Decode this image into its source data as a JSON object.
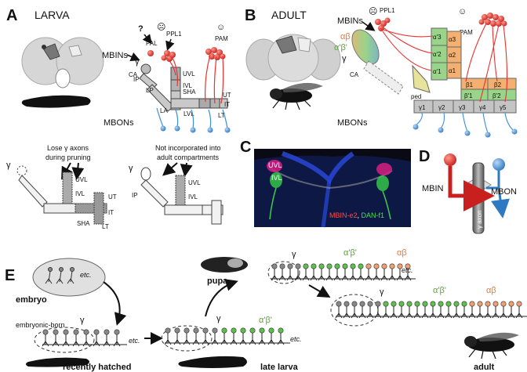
{
  "panelA": {
    "letter": "A",
    "title": "LARVA",
    "mbins": "MBINs",
    "pal": "PAL",
    "question": "?",
    "ppl1": "PPL1",
    "pam": "PAM",
    "gamma": "γ",
    "ca": "CA",
    "ip": "IP",
    "lp": "LP",
    "la": "LA",
    "uvl": "UVL",
    "ivl": "IVL",
    "sha": "SHA",
    "lvl": "LVL",
    "ut": "UT",
    "it": "IT",
    "lt": "LT",
    "mbons": "MBONs",
    "pruning_text1": "Lose γ axons",
    "pruning_text2": "during pruning",
    "adult_text1": "Not incorporated into",
    "adult_text2": "adult compartments",
    "sub_uvl": "UVL",
    "sub_ivl": "IVL",
    "sub_sha": "SHA",
    "sub_ut": "UT",
    "sub_it": "IT",
    "sub_lt": "LT",
    "sub_gamma": "γ",
    "sub2_gamma": "γ",
    "sub2_uvl": "UVL",
    "sub2_ivl": "IVL",
    "sub2_ip": "IP"
  },
  "panelB": {
    "letter": "B",
    "title": "ADULT",
    "mbins": "MBINs",
    "ppl1": "PPL1",
    "pam": "PAM",
    "ab": "αβ",
    "apbp": "α'β'",
    "gamma": "γ",
    "ca": "CA",
    "ped": "ped",
    "mbons": "MBONs",
    "a3p": "α'3",
    "a2p": "α'2",
    "a1p": "α'1",
    "a3": "α3",
    "a2": "α2",
    "a1": "α1",
    "b1": "β1",
    "b2": "β2",
    "b1p": "β'1",
    "b2p": "β'2",
    "g1": "γ1",
    "g2": "γ2",
    "g3": "γ3",
    "g4": "γ4",
    "g5": "γ5"
  },
  "panelC": {
    "letter": "C",
    "uvl": "UVL",
    "ivl": "IVL",
    "legend_red": "MBIN-e2",
    "legend_sep": ", ",
    "legend_green": "DAN-f1"
  },
  "panelD": {
    "letter": "D",
    "mbin": "MBIN",
    "mbon": "MBON",
    "axon": "γ axon"
  },
  "panelE": {
    "letter": "E",
    "embryo": "embryo",
    "etc1": "etc.",
    "embryonic_born": "embryonic-born",
    "gamma1": "γ",
    "etc2": "etc.",
    "recently_hatched": "recently hatched",
    "gamma2": "γ",
    "apbp2": "α'β'",
    "etc3": "etc.",
    "late_larva": "late larva",
    "pupa": "pupa",
    "gamma3": "γ",
    "apbp3": "α'β'",
    "ab3": "αβ",
    "etc4": "etc.",
    "gamma4": "γ",
    "apbp4": "α'β'",
    "ab4": "αβ",
    "adult": "adult"
  },
  "colors": {
    "mbin_red": "#e8312f",
    "mbon_blue": "#3d8fd6",
    "green_neuron": "#5cc04a",
    "orange_neuron": "#f0a070",
    "compartment_green": "#9ad48a",
    "compartment_orange": "#f3b070",
    "gray_lobe": "#b9b9b9",
    "alpha_beta_label": "#e07b39",
    "apbp_label": "#5aa532"
  }
}
